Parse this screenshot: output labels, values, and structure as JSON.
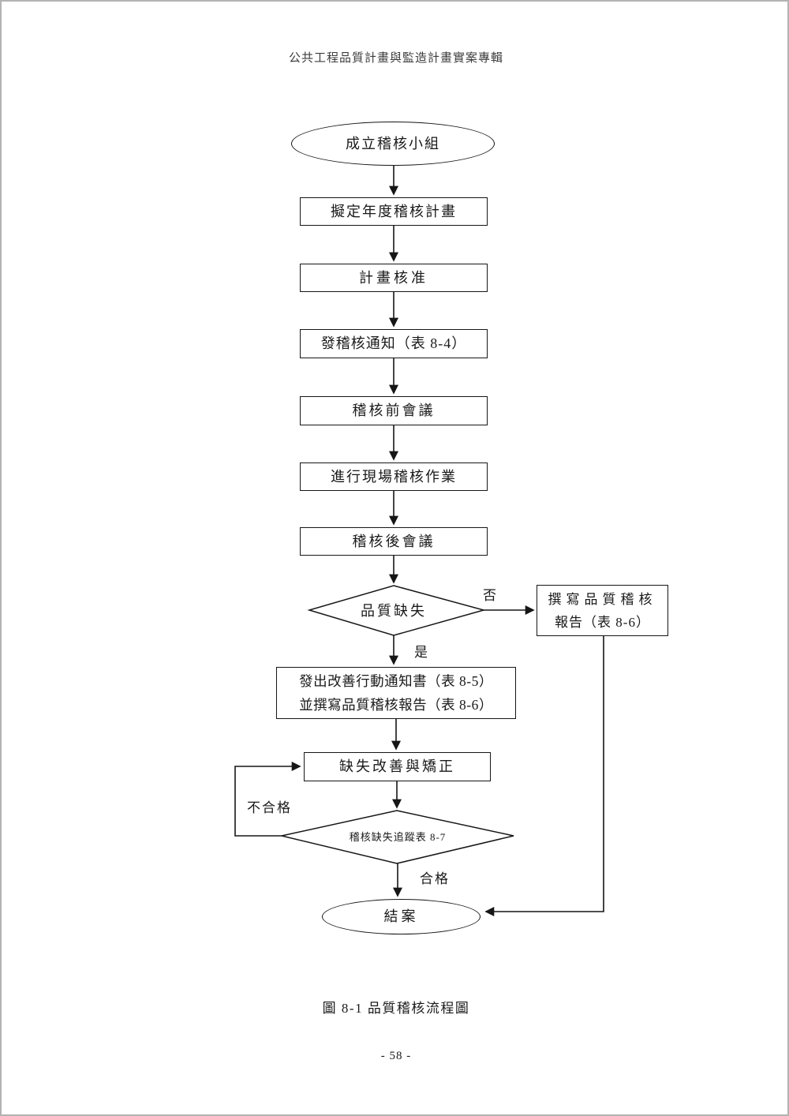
{
  "page": {
    "header": "公共工程品質計畫與監造計畫實案專輯",
    "caption": "圖 8-1 品質稽核流程圖",
    "page_number": "- 58 -"
  },
  "flowchart": {
    "start": "成立稽核小組",
    "step_draft_plan": "擬定年度稽核計畫",
    "step_plan_approval": "計畫核准",
    "step_audit_notice": "發稽核通知（表 8-4）",
    "step_pre_meeting": "稽核前會議",
    "step_onsite_audit": "進行現場稽核作業",
    "step_post_meeting": "稽核後會議",
    "decision_quality_defect": "品質缺失",
    "report_box_line1": "撰寫品質稽核",
    "report_box_line2": "報告（表 8-6）",
    "action_box_line1": "發出改善行動通知書（表 8-5）",
    "action_box_line2": "並撰寫品質稽核報告（表 8-6）",
    "step_correction": "缺失改善與矯正",
    "decision_tracking": "稽核缺失追蹤表 8-7",
    "end": "結案",
    "edge_labels": {
      "no": "否",
      "yes": "是",
      "fail": "不合格",
      "pass": "合格"
    }
  },
  "colors": {
    "ink": "#161616",
    "page_border": "#b3b3b3",
    "background": "#ffffff"
  }
}
